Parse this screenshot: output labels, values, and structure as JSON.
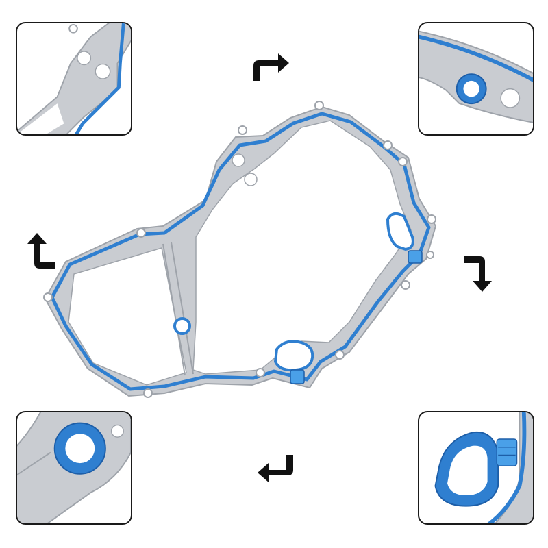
{
  "image": {
    "subject": "timing-cover-gasket",
    "colors": {
      "metal": "#c9ccd1",
      "metal_edge": "#9ea3aa",
      "seal": "#2f7fd0",
      "seal_dark": "#1d5ea8",
      "frame": "#1a1a1a",
      "arrow": "#111111"
    },
    "insets": [
      {
        "id": "top-left",
        "detail": "upper-lobe-with-bolt-holes"
      },
      {
        "id": "top-right",
        "detail": "bolt-hole-with-seal-ring"
      },
      {
        "id": "bottom-left",
        "detail": "bolt-hole-seal-ring-closeup"
      },
      {
        "id": "bottom-right",
        "detail": "oval-port-with-seal-tab"
      }
    ],
    "arrows": [
      "curved-arrow-right",
      "curved-arrow-down",
      "curved-arrow-left",
      "curved-arrow-up"
    ]
  }
}
